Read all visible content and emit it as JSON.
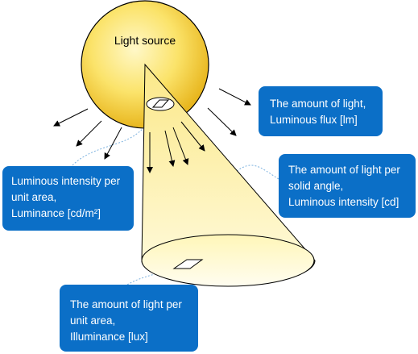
{
  "light_source_label": "Light source",
  "colors": {
    "callout_bg": "#0b6fc7",
    "callout_text": "#ffffff",
    "sphere_highlight": "#fff8c8",
    "sphere_mid": "#fbe36a",
    "sphere_edge": "#e8b61e",
    "cone_fill": "#fdf3a8",
    "arrow": "#000000",
    "leader_line": "#7db2df"
  },
  "callouts": {
    "luminous_flux": {
      "line1": "The amount of light,",
      "line2": "Luminous flux [lm]"
    },
    "luminance": {
      "line1": "Luminous intensity per",
      "line2": "unit area,",
      "line3": "Luminance [cd/m²]"
    },
    "luminous_intensity": {
      "line1": "The amount of light per",
      "line2": "solid angle,",
      "line3": "Luminous intensity [cd]"
    },
    "illuminance": {
      "line1": "The amount of light per",
      "line2": "unit area,",
      "line3": "Illuminance [lux]"
    }
  }
}
